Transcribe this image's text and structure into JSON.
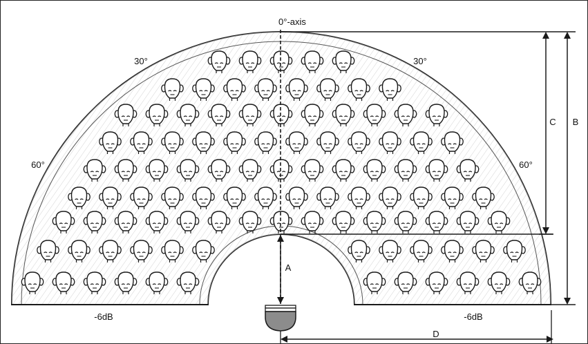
{
  "axis_label": "0°-axis",
  "angle_labels": {
    "left_30": "30°",
    "right_30": "30°",
    "left_60": "60°",
    "right_60": "60°"
  },
  "edge_labels": {
    "left": "-6dB",
    "right": "-6dB"
  },
  "dimensions": {
    "a": "A",
    "b": "B",
    "c": "C",
    "d": "D"
  },
  "icons": {
    "audience_member": "listener-head-icon",
    "loudspeaker": "loudspeaker-icon"
  },
  "colors": {
    "line": "#1a1a1a",
    "hatch": "#8a8a8a",
    "speaker_fill": "#8c8c8c",
    "seat_fill": "#ffffff"
  }
}
